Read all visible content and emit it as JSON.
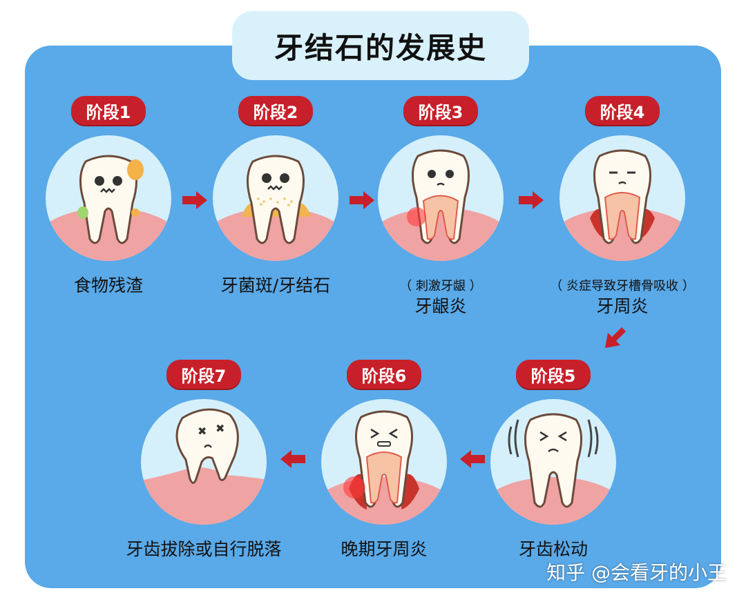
{
  "title": "牙结石的发展史",
  "stages": [
    {
      "badge": "阶段1",
      "label": "食物残渣",
      "sub": ""
    },
    {
      "badge": "阶段2",
      "label": "牙菌斑/牙结石",
      "sub": ""
    },
    {
      "badge": "阶段3",
      "label": "牙龈炎",
      "sub": "（ 刺激牙龈 ）"
    },
    {
      "badge": "阶段4",
      "label": "牙周炎",
      "sub": "（ 炎症导致牙槽骨吸收 ）"
    },
    {
      "badge": "阶段5",
      "label": "牙齿松动",
      "sub": ""
    },
    {
      "badge": "阶段6",
      "label": "晚期牙周炎",
      "sub": ""
    },
    {
      "badge": "阶段7",
      "label": "牙齿拔除或自行脱落",
      "sub": ""
    }
  ],
  "watermark": "知乎 @会看牙的小王",
  "colors": {
    "panel": "#5aa9e8",
    "title_box": "#d9f1fb",
    "badge": "#c8202a",
    "circle": "#d5f0fb",
    "gum": "#f0a3a3",
    "arrow": "#c8202a"
  }
}
